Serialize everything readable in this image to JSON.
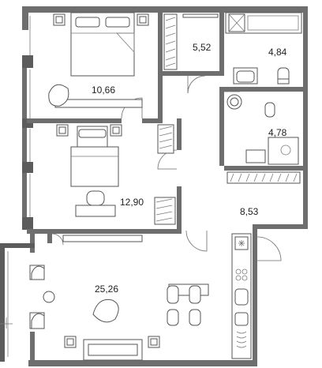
{
  "rooms": [
    {
      "key": "bedroom_1",
      "area": "10,66"
    },
    {
      "key": "wardrobe_1",
      "area": "5,52"
    },
    {
      "key": "bathroom_1",
      "area": "4,84"
    },
    {
      "key": "bathroom_2",
      "area": "4,78"
    },
    {
      "key": "bedroom_2",
      "area": "12,90"
    },
    {
      "key": "hall",
      "area": "8,53"
    },
    {
      "key": "living_kitchen",
      "area": "25,26"
    }
  ],
  "colors": {
    "wall": "#6e6e6e",
    "background": "#ffffff",
    "text": "#222222"
  }
}
